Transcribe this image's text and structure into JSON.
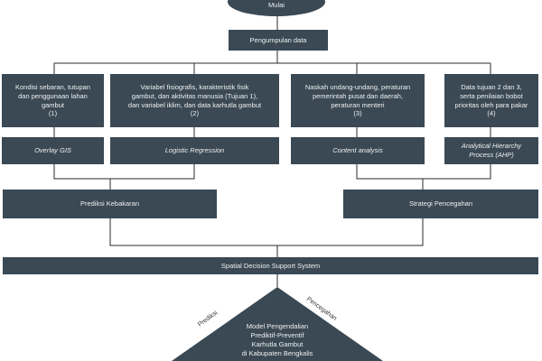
{
  "start": "Mulai",
  "collect": "Pengumpulan data",
  "inputs": [
    {
      "text": "Kondisi sebaran, tutupan\ndan penggunaan lahan\ngambut\n(1)"
    },
    {
      "text": "Variabel fisiografis, karakteristik fisik\ngambut, dan aktivitas manusia (Tujuan 1),\ndan variabel iklim, dan data karhutla gambut\n(2)"
    },
    {
      "text": "Naskah undang-undang, peraturan\npemerintah pusat dan daerah,\nperaturan menteri\n(3)"
    },
    {
      "text": "Data tujuan 2 dan 3,\nserta penilaian bobot\nprioritas oleh para pakar\n(4)"
    }
  ],
  "methods": [
    "Overlay GIS",
    "Logistic Regression",
    "Content analysis",
    "Analytical Hierarchy\nProcess (AHP)"
  ],
  "prediction": "Prediksi Kebakaran",
  "strategy": "Strategi Pencegahan",
  "sdss": "Spatial Decision Support System",
  "side_left": "Prediksi",
  "side_right": "Pencegahan",
  "model": "Model Pengendalian\nPrediktif-Preventif\nKarhutla Gambut\ndi Kabupaten Bengkalis",
  "colors": {
    "box": "#3a4954",
    "line": "#2b2b2b"
  }
}
